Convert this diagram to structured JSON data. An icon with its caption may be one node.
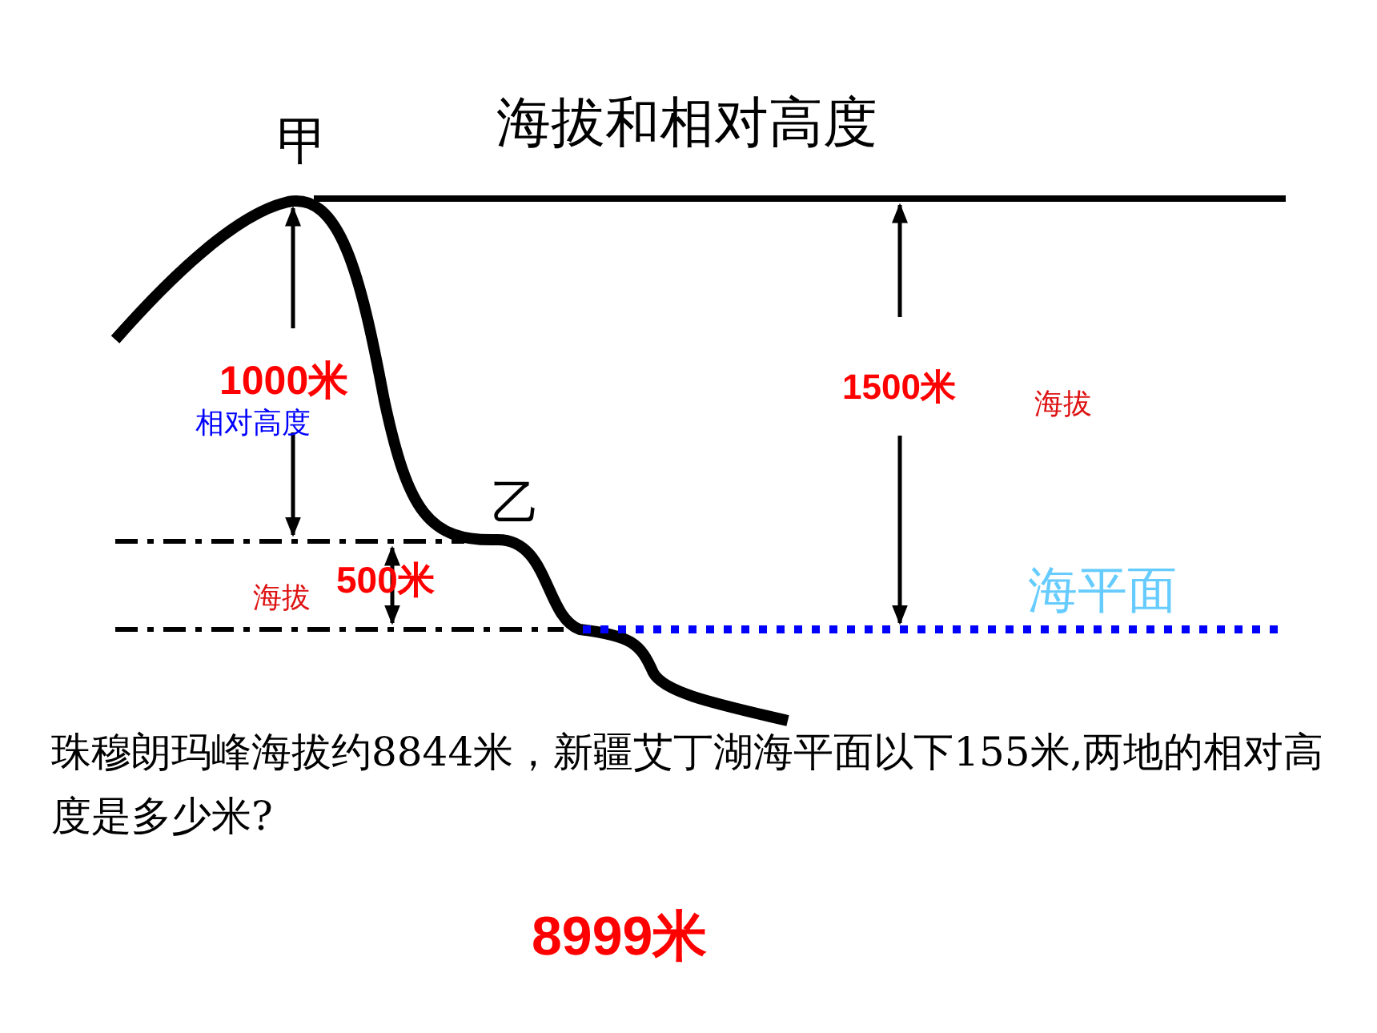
{
  "diagram": {
    "title": "海拔和相对高度",
    "labels": [
      "甲",
      "1000米",
      "相对高度",
      "1500米",
      "海拔",
      "乙",
      "海拔",
      "500米",
      "海平面",
      "珠穆朗玛峰海拔约8844米，新疆艾丁湖海平面以下155米,两地的相对高度是多少米?",
      "8999米"
    ]
  }
}
